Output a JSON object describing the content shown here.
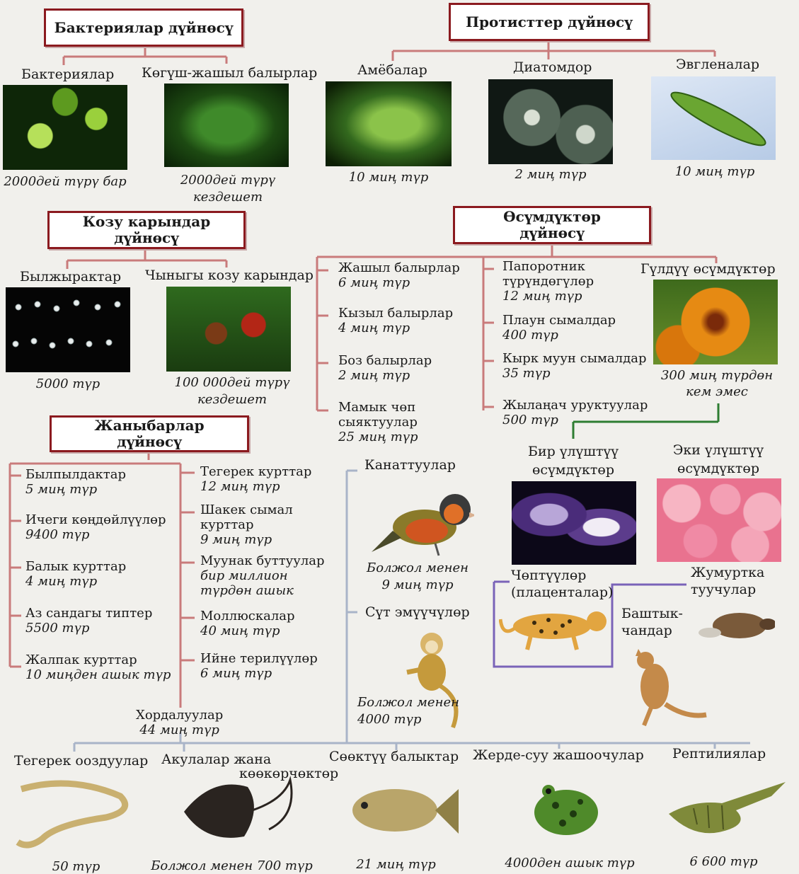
{
  "colors": {
    "box_border": "#8b1a1f",
    "kingdom_line": "#c97b7b",
    "animal_line": "#a9b4c8",
    "plant_line": "#2e7d32",
    "mammal_line": "#7a63b8"
  },
  "bacteria": {
    "title": "Бактериялар дүйнөсү",
    "groups": [
      {
        "name": "Бактериялар",
        "count": "2000дей түрү бар"
      },
      {
        "name": "Көгүш-жашыл балырлар",
        "count_l1": "2000дей түрү",
        "count_l2": "кездешет"
      }
    ]
  },
  "protists": {
    "title": "Протисттер дүйнөсү",
    "groups": [
      {
        "name": "Амёбалар",
        "count": "10 миң түр"
      },
      {
        "name": "Диатомдор",
        "count": "2 миң түр"
      },
      {
        "name": "Эвгленалар",
        "count": "10 миң түр"
      }
    ]
  },
  "fungi": {
    "title_l1": "Козу карындар",
    "title_l2": "дүйнөсү",
    "groups": [
      {
        "name": "Былжырактар",
        "count": "5000 түр"
      },
      {
        "name": "Чыныгы козу карындар",
        "count_l1": "100 000дей түрү",
        "count_l2": "кездешет"
      }
    ]
  },
  "plants": {
    "title_l1": "Өсүмдүктөр",
    "title_l2": "дүйнөсү",
    "col1": [
      {
        "name": "Жашыл балырлар",
        "count": "6 миң түр"
      },
      {
        "name": "Кызыл балырлар",
        "count": "4 миң түр"
      },
      {
        "name": "Боз балырлар",
        "count": "2 миң түр"
      },
      {
        "name_l1": "Мамык чөп",
        "name_l2": "сыяктуулар",
        "count": "25 миң түр"
      }
    ],
    "col2": [
      {
        "name_l1": "Папоротник",
        "name_l2": "түрүндөгүлөр",
        "count": "12 миң түр"
      },
      {
        "name": "Плаун сымалдар",
        "count": "400 түр"
      },
      {
        "name": "Кырк муун сымалдар",
        "count": "35 түр"
      },
      {
        "name": "Жылаңач уруктуулар",
        "count": "500 түр"
      }
    ],
    "flowering": {
      "name": "Гүлдүү өсүмдүктөр",
      "count_l1": "300 миң түрдөн",
      "count_l2": "кем эмес"
    },
    "monocots": {
      "l1": "Бир үлүштүү",
      "l2": "өсүмдүктөр"
    },
    "dicots": {
      "l1": "Эки үлүштүү",
      "l2": "өсүмдүктөр"
    }
  },
  "animals": {
    "title_l1": "Жаныбарлар",
    "title_l2": "дүйнөсү",
    "col1": [
      {
        "name": "Былпылдактар",
        "count": "5 миң түр"
      },
      {
        "name": "Ичеги көңдөйлүүлөр",
        "count": "9400 түр"
      },
      {
        "name": "Балык курттар",
        "count": "4 миң түр"
      },
      {
        "name": "Аз сандагы типтер",
        "count": "5500 түр"
      },
      {
        "name": "Жалпак курттар",
        "count": "10 миңден ашык түр"
      }
    ],
    "col2": [
      {
        "name": "Тегерек курттар",
        "count": "12 миң түр"
      },
      {
        "name_l1": "Шакек сымал",
        "name_l2": "курттар",
        "count": "9 миң түр"
      },
      {
        "name": "Муунак буттуулар",
        "count_l1": "бир миллион",
        "count_l2": "түрдөн ашык"
      },
      {
        "name": "Моллюскалар",
        "count": "40 миң түр"
      },
      {
        "name": "Ийне терилүүлөр",
        "count": "6 миң түр"
      }
    ],
    "chordates": {
      "name": "Хордалуулар",
      "count": "44 миң түр"
    },
    "birds": {
      "name": "Канаттуулар",
      "count_l1": "Болжол менен",
      "count_l2": "9 миң түр"
    },
    "mammals": {
      "name": "Сүт эмүүчүлөр",
      "count_l1": "Болжол менен",
      "count_l2": "4000 түр"
    },
    "placentals": {
      "l1": "Чөптүүлөр",
      "l2": "(плаценталар)"
    },
    "egglayers": {
      "l1": "Жумуртка",
      "l2": "туучулар"
    },
    "marsupials": {
      "l1": "Баштык-",
      "l2": "чандар"
    },
    "vertebrates": [
      {
        "name": "Тегерек ооздуулар",
        "count": "50 түр"
      },
      {
        "name_l1": "Акулалар жана",
        "name_l2": "көөкөрчөктөр",
        "count": "Болжол менен 700 түр"
      },
      {
        "name": "Сөөктүү балыктар",
        "count": "21 миң түр"
      },
      {
        "name": "Жерде-суу жашоочулар",
        "count": "4000ден ашык түр"
      },
      {
        "name": "Рептилиялар",
        "count": "6 600 түр"
      }
    ]
  },
  "icons": [
    "bacteria-photo",
    "cyanobacteria-photo",
    "amoeba-photo",
    "diatom-photo",
    "euglena-photo",
    "slime-mold-photo",
    "mushroom-photo",
    "orchid-photo",
    "iris-photo",
    "rose-photo",
    "bird-icon",
    "monkey-icon",
    "leopard-icon",
    "platypus-icon",
    "kangaroo-icon",
    "lamprey-icon",
    "stingray-icon",
    "fish-icon",
    "frog-icon",
    "crocodile-icon"
  ]
}
